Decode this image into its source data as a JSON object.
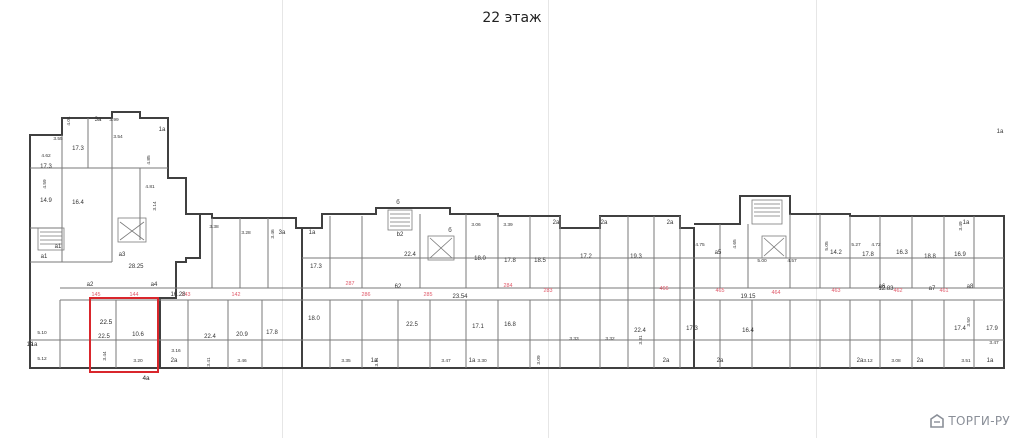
{
  "title": "22 этаж",
  "brand": {
    "text": "ТОРГИ-РУ",
    "color": "#8a8f98"
  },
  "colors": {
    "wall": "#404040",
    "thin": "#7a7a7a",
    "label": "#333333",
    "red": "#d9262c",
    "pink": "#e05a6a"
  },
  "highlight": {
    "apartment": "4а",
    "area": "22.5",
    "color": "#d9262c"
  },
  "apartment_labels": [
    "1а",
    "3а",
    "1а",
    "3а",
    "2а",
    "1а",
    "1а",
    "1а",
    "2а",
    "1а",
    "2а",
    "2а",
    "2а",
    "2а",
    "1а",
    "1а",
    "2а",
    "2а",
    "1а"
  ],
  "corridor_numbers": [
    "145",
    "144",
    "143",
    "142",
    "287",
    "286",
    "285",
    "284",
    "283",
    "466",
    "465",
    "464",
    "463",
    "462",
    "461"
  ],
  "room_areas": [
    "17.3",
    "14.9",
    "17.3",
    "16.4",
    "22.5",
    "10.6",
    "22.4",
    "20.9",
    "17.8",
    "18.0",
    "17.3",
    "22.5",
    "17.1",
    "16.8",
    "17.2",
    "19.3",
    "22.4",
    "18.0",
    "17.8",
    "18.5",
    "22.4",
    "17.3",
    "16.4",
    "14.2",
    "17.8",
    "16.3",
    "18.8",
    "16.9",
    "17.4",
    "17.9",
    "12.83",
    "28.25",
    "23.54",
    "19.15",
    "16.28"
  ],
  "dimensions": [
    "4.04",
    "3.99",
    "4.62",
    "4.59",
    "5.10",
    "5.12",
    "3.44",
    "3.20",
    "3.16",
    "3.41",
    "3.46",
    "3.35",
    "3.11",
    "3.47",
    "3.30",
    "3.09",
    "3.33",
    "3.32",
    "3.31",
    "3.28",
    "3.38",
    "3.46",
    "3.06",
    "3.39",
    "3.49",
    "3.47",
    "3.51",
    "3.50",
    "3.08",
    "3.12",
    "4.85",
    "4.81",
    "4.75",
    "4.65",
    "5.00",
    "4.57",
    "5.05",
    "5.27",
    "4.72",
    "3.14",
    "3.54",
    "3.55"
  ],
  "markers": [
    "a1",
    "a2",
    "a3",
    "a4",
    "a5",
    "a6",
    "a7",
    "a8",
    "62",
    "б",
    "б",
    "b2"
  ],
  "compass": "а1"
}
